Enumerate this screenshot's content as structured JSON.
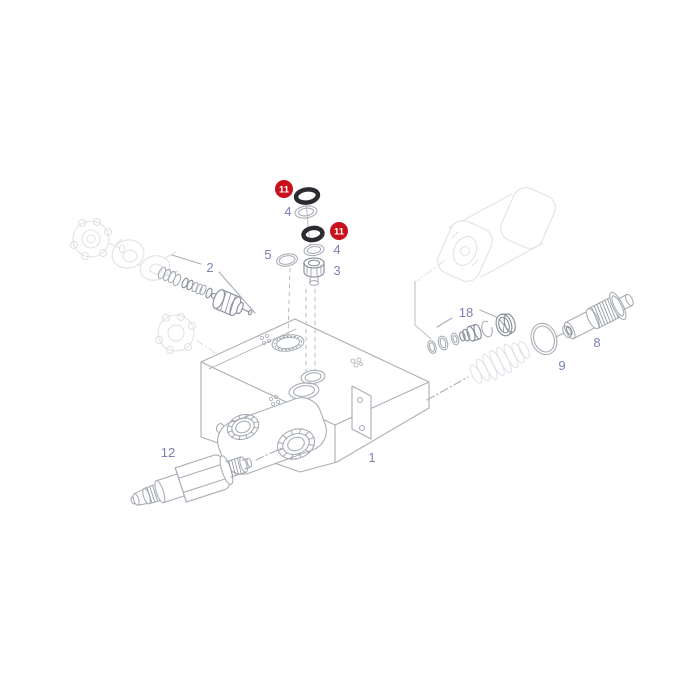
{
  "diagram": {
    "type": "exploded-parts-diagram",
    "subject": "hydraulic-valve-block",
    "background": "#ffffff",
    "colors": {
      "highlight_badge": "#c9101d",
      "badge_text": "#ffffff",
      "part_label": "#7b81b5",
      "line": "#a9aeb6",
      "dark_line": "#8e939c",
      "ghost_line": "#dfe0e6",
      "highlighted_oring": "#2b2b30"
    },
    "labels": {
      "part_1": "1",
      "part_2": "2",
      "part_3": "3",
      "part_4_upper": "4",
      "part_4_lower": "4",
      "part_5": "5",
      "part_8": "8",
      "part_9": "9",
      "part_12": "12",
      "part_18": "18"
    },
    "badges": {
      "upper": "11",
      "lower": "11"
    }
  }
}
